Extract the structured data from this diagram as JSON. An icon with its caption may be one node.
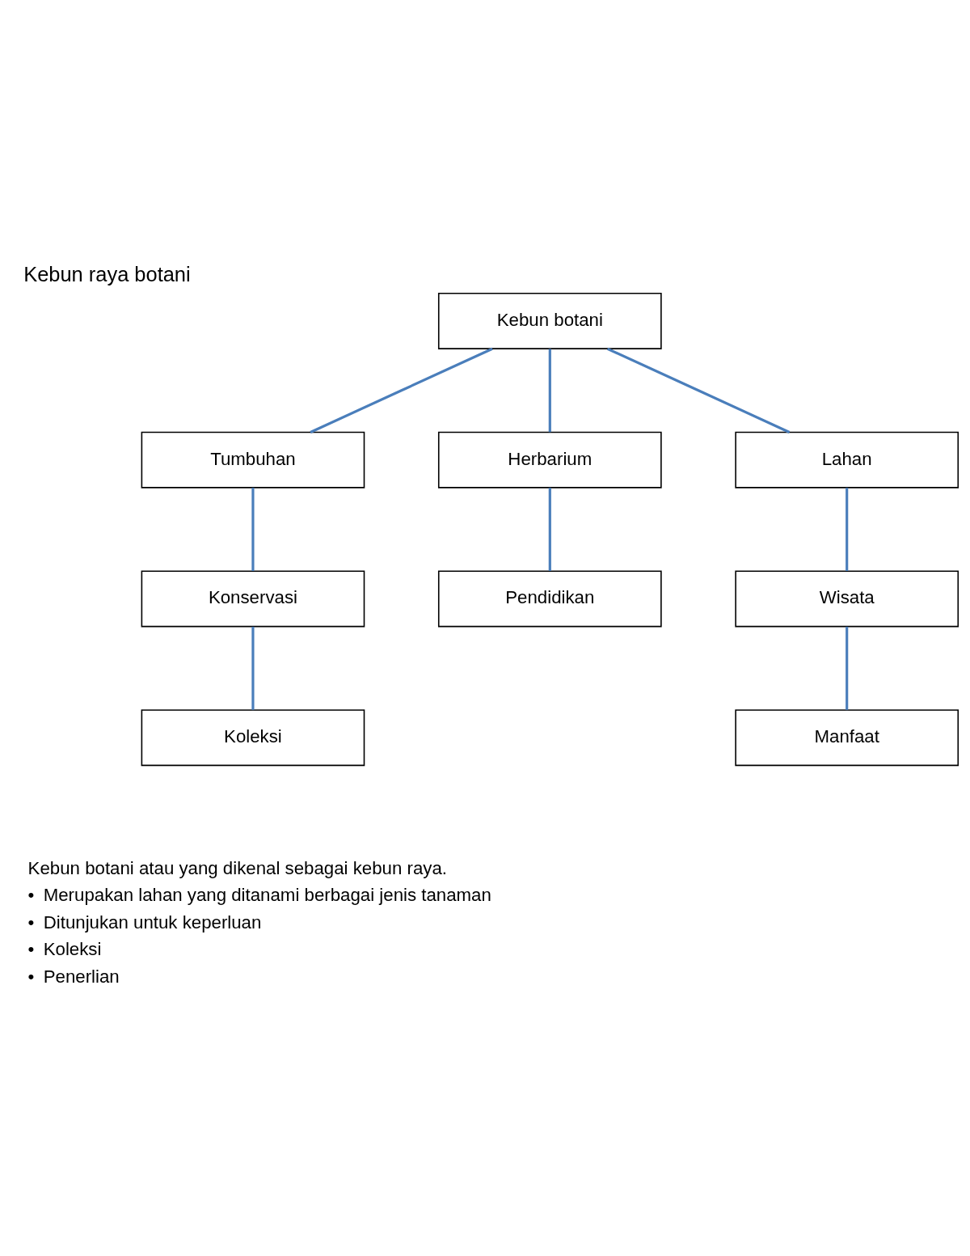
{
  "diagram": {
    "title": "Kebun raya botani",
    "nodes": [
      {
        "text": [
          "Kebun botani"
        ]
      },
      {
        "text": [
          "Tumbuhan"
        ]
      },
      {
        "text": [
          "Herbarium"
        ]
      },
      {
        "text": [
          "Lahan"
        ]
      },
      {
        "text": [
          "Konservasi"
        ]
      },
      {
        "text": [
          "Pendidikan"
        ]
      },
      {
        "text": [
          "Wisata"
        ]
      },
      {
        "text": [
          "Koleksi"
        ]
      },
      {
        "text": [
          "Manfaat"
        ]
      }
    ],
    "edges": [
      {
        "from": 0,
        "to": 1,
        "arrow": "none"
      },
      {
        "from": 0,
        "to": 2,
        "arrow": "none"
      },
      {
        "from": 0,
        "to": 3,
        "arrow": "none"
      },
      {
        "from": 1,
        "to": 4,
        "arrow": "none"
      },
      {
        "from": 2,
        "to": 5,
        "arrow": "none"
      },
      {
        "from": 3,
        "to": 6,
        "arrow": "none"
      },
      {
        "from": 4,
        "to": 7,
        "arrow": "none"
      },
      {
        "from": 6,
        "to": 8,
        "arrow": "none"
      }
    ],
    "labels": [
      "Kebun botani atau yang dikenal sebagai kebun raya.",
      "•",
      "Merupakan lahan yang ditanami berbagai jenis tanaman",
      "•",
      "Ditunjukan untuk keperluan",
      "•",
      "Koleksi",
      "•",
      "Penerlian"
    ]
  }
}
